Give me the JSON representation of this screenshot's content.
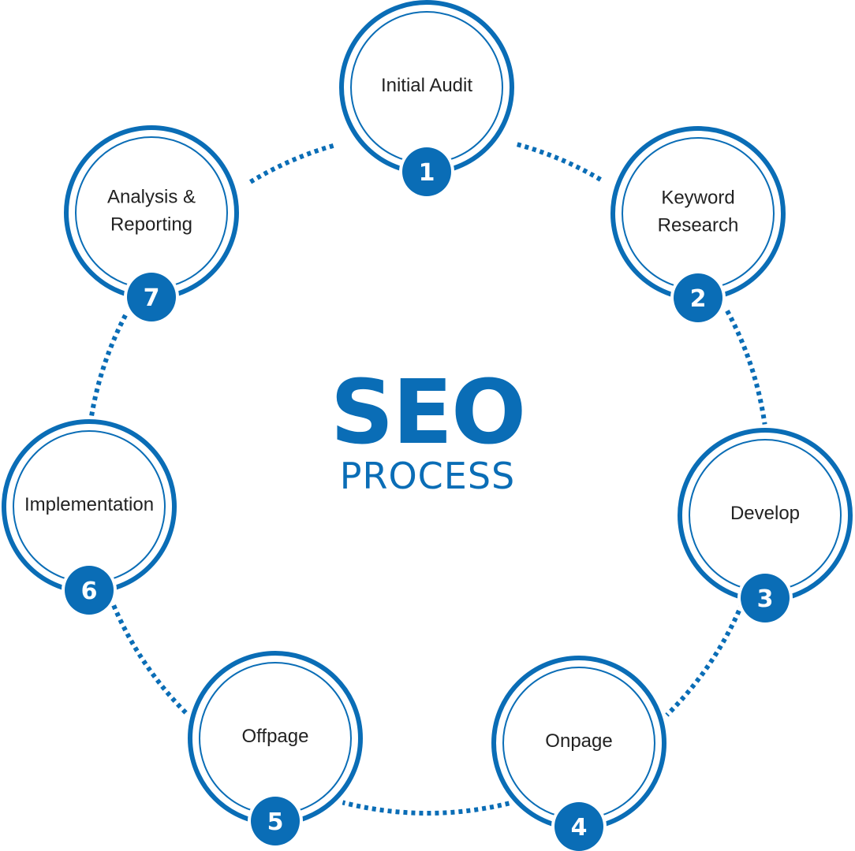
{
  "colors": {
    "primary": "#0a6db6",
    "text": "#222222",
    "background": "#ffffff"
  },
  "center": {
    "title": "SEO",
    "subtitle": "PROCESS"
  },
  "steps": [
    {
      "number": "1",
      "lines": [
        "Initial Audit"
      ]
    },
    {
      "number": "2",
      "lines": [
        "Keyword",
        "Research"
      ]
    },
    {
      "number": "3",
      "lines": [
        "Develop"
      ]
    },
    {
      "number": "4",
      "lines": [
        "Onpage"
      ]
    },
    {
      "number": "5",
      "lines": [
        "Offpage"
      ]
    },
    {
      "number": "6",
      "lines": [
        "Implementation"
      ]
    },
    {
      "number": "7",
      "lines": [
        "Analysis &",
        "Reporting"
      ]
    }
  ]
}
